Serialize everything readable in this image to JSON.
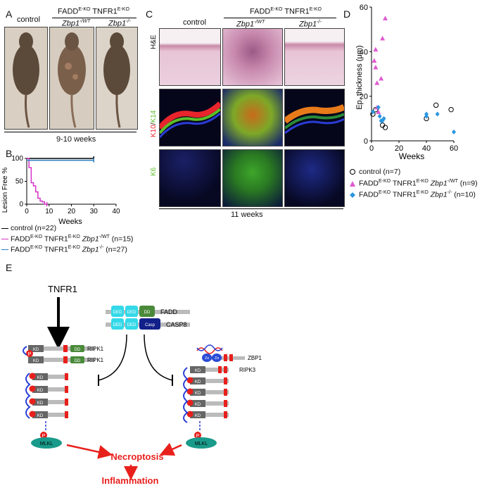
{
  "panelA": {
    "label": "A",
    "col_control": "control",
    "group": "FADD",
    "group_sup1": "E-KO",
    "group_mid": " TNFR1",
    "group_sup2": "E-KO",
    "col2": "Zbp1",
    "col2_sup": "-/WT",
    "col3": "Zbp1",
    "col3_sup": "-/-",
    "age": "9-10 weeks"
  },
  "panelB": {
    "label": "B",
    "ylabel": "Lesion Free %",
    "xlabel": "Weeks",
    "legend": [
      {
        "text": "control (n=22)",
        "color": "#000000"
      },
      {
        "text": "FADD",
        "sup1": "E-KO",
        "mid": " TNFR1",
        "sup2": "E-KO",
        "gene": " Zbp1",
        "gsup": "-/WT",
        "n": " (n=15)",
        "color": "#d633c8"
      },
      {
        "text": "FADD",
        "sup1": "E-KO",
        "mid": " TNFR1",
        "sup2": "E-KO",
        "gene": " Zbp1",
        "gsup": "-/-",
        "n": " (n=27)",
        "color": "#2a7fbf"
      }
    ]
  },
  "panelC": {
    "label": "C",
    "col_control": "control",
    "group": "FADD",
    "group_sup1": "E-KO",
    "group_mid": " TNFR1",
    "group_sup2": "E-KO",
    "col2": "Zbp1",
    "col2_sup": "-/WT",
    "col3": "Zbp1",
    "col3_sup": "-/-",
    "row1": "H&E",
    "row2a": "K10",
    "row2b": "/",
    "row2c": "K14",
    "row3": "K6",
    "age": "11 weeks"
  },
  "panelD": {
    "label": "D",
    "ylabel": "Ep. thickness (μm)",
    "xlabel": "Weeks",
    "legend": [
      {
        "text": "control (n=7)"
      },
      {
        "text": "FADD",
        "sup1": "E-KO",
        "mid": " TNFR1",
        "sup2": "E-KO",
        "gene": " Zbp1",
        "gsup": "-/WT",
        "n": " (n=9)"
      },
      {
        "text": "FADD",
        "sup1": "E-KO",
        "mid": " TNFR1",
        "sup2": "E-KO",
        "gene": " Zbp1",
        "gsup": "-/-",
        "n": " (n=10)"
      }
    ]
  },
  "panelE": {
    "label": "E",
    "tnfr1": "TNFR1",
    "fadd": "FADD",
    "casp8": "CASP8",
    "ripk1": "RIPK1",
    "ripk3": "RIPK3",
    "zbp1": "ZBP1",
    "kd": "KD",
    "dd": "DD",
    "ded": "DED",
    "casp": "Casp",
    "p": "P",
    "mlkl": "MLKL",
    "za": "Zα",
    "necroptosis": "Necroptosis",
    "inflammation": "Inflammation"
  },
  "chart_data": [
    {
      "type": "line",
      "title": "",
      "xlabel": "Weeks",
      "ylabel": "Lesion Free %",
      "xlim": [
        0,
        40
      ],
      "ylim": [
        0,
        100
      ],
      "xticks": [
        0,
        10,
        20,
        30,
        40
      ],
      "yticks": [
        0,
        50,
        100
      ],
      "series": [
        {
          "name": "control (n=22)",
          "color": "#000000",
          "x": [
            0,
            30
          ],
          "y": [
            100,
            100
          ]
        },
        {
          "name": "Zbp1 -/WT (n=15)",
          "color": "#d633c8",
          "x": [
            0,
            1,
            1,
            2,
            2,
            3,
            3,
            4,
            4,
            5,
            5,
            6,
            6,
            7,
            7,
            8,
            8,
            9
          ],
          "y": [
            100,
            100,
            80,
            80,
            47,
            47,
            40,
            40,
            27,
            27,
            13,
            13,
            7,
            7,
            5,
            5,
            0,
            0
          ]
        },
        {
          "name": "Zbp1 -/- (n=27)",
          "color": "#2a7fbf",
          "x": [
            0,
            30
          ],
          "y": [
            96,
            96
          ]
        }
      ]
    },
    {
      "type": "scatter",
      "title": "",
      "xlabel": "Weeks",
      "ylabel": "Ep. thickness (μm)",
      "xlim": [
        0,
        60
      ],
      "ylim": [
        0,
        60
      ],
      "xticks": [
        0,
        20,
        40,
        60
      ],
      "yticks": [
        0,
        20,
        40,
        60
      ],
      "series": [
        {
          "name": "control (n=7)",
          "marker": "circle",
          "color": "#000000",
          "points": [
            [
              1,
              12
            ],
            [
              3,
              14
            ],
            [
              8,
              7
            ],
            [
              10,
              6
            ],
            [
              40,
              10
            ],
            [
              47,
              16
            ],
            [
              58,
              14
            ]
          ]
        },
        {
          "name": "Zbp1 -/WT (n=9)",
          "marker": "triangle",
          "color": "#e05ad0",
          "points": [
            [
              2,
              36
            ],
            [
              3,
              41
            ],
            [
              3,
              33
            ],
            [
              4,
              26
            ],
            [
              4,
              15
            ],
            [
              7,
              28
            ],
            [
              8,
              46
            ],
            [
              10,
              55
            ],
            [
              5,
              13
            ]
          ]
        },
        {
          "name": "Zbp1 -/- (n=10)",
          "marker": "diamond",
          "color": "#2a96e0",
          "points": [
            [
              1,
              13
            ],
            [
              5,
              15
            ],
            [
              6,
              11
            ],
            [
              7,
              9
            ],
            [
              8,
              9
            ],
            [
              9,
              10
            ],
            [
              40,
              11
            ],
            [
              40,
              12
            ],
            [
              48,
              12
            ],
            [
              60,
              4
            ]
          ]
        }
      ]
    }
  ]
}
